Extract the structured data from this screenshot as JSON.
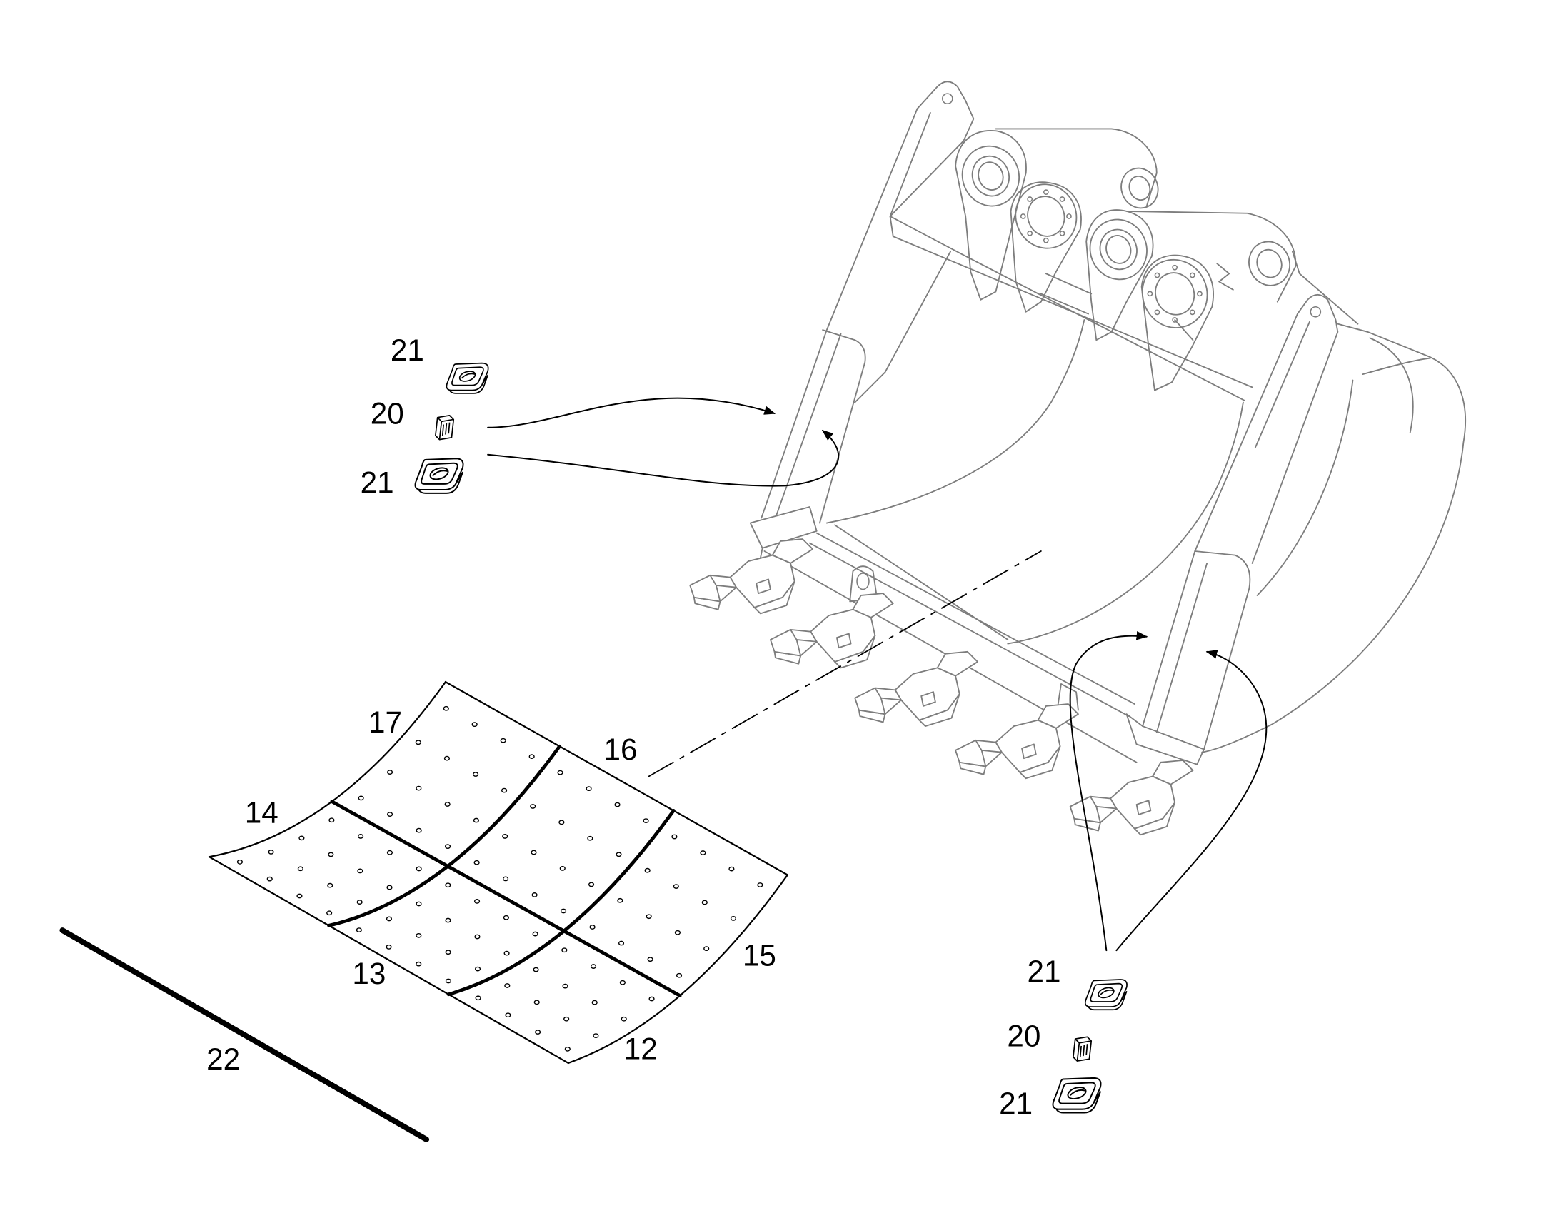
{
  "figure": {
    "labels": [
      "21",
      "20",
      "21",
      "17",
      "16",
      "14",
      "15",
      "13",
      "12",
      "22",
      "21",
      "20",
      "21"
    ]
  },
  "colors": {
    "ink": "#000000",
    "bucket_ink": "#7d7d7d",
    "background": "#ffffff"
  }
}
